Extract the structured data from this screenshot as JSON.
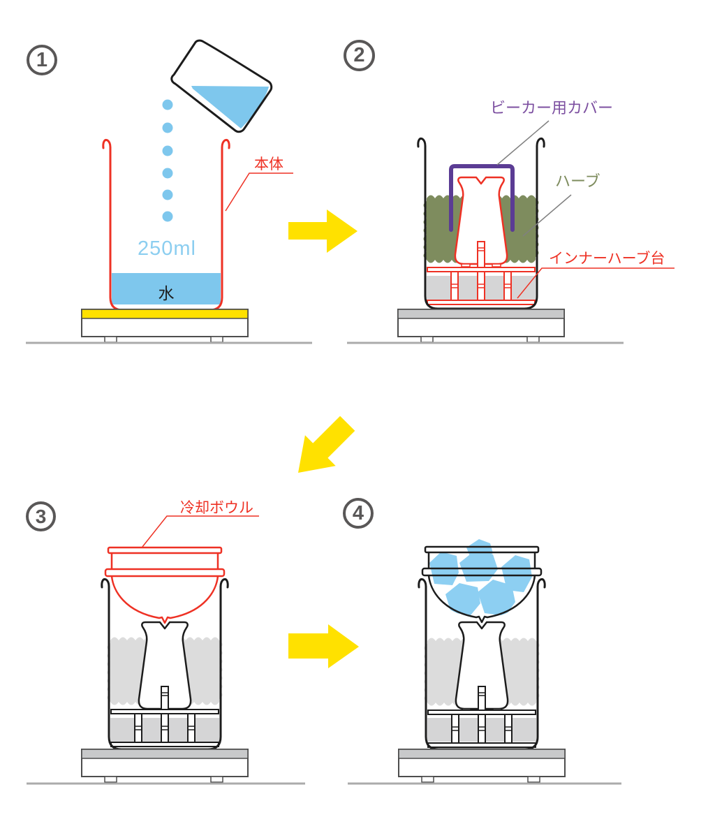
{
  "figure_type": "instruction-diagram-4-steps",
  "steps": [
    {
      "number": "1"
    },
    {
      "number": "2"
    },
    {
      "number": "3"
    },
    {
      "number": "4"
    }
  ],
  "step1": {
    "volume_text": "250ml",
    "water_label": "水",
    "body_label": "本体"
  },
  "step2": {
    "cover_label": "ビーカー用カバー",
    "herb_label": "ハーブ",
    "inner_stand_label": "インナーハーブ台"
  },
  "step3": {
    "cooling_bowl_label": "冷却ボウル"
  },
  "colors": {
    "red": "#EE3124",
    "purple_cover": "#5B3C94",
    "purple_label": "#7C4FA0",
    "olive_green": "#7E8C5E",
    "arrow_yellow": "#FFE100",
    "water_blue": "#7EC7ED",
    "volume_text_blue": "#8CCEF0",
    "ice_blue": "#8DCFF2",
    "outline_black": "#1C1C1C",
    "herb_gray": "#DCDCDC",
    "water_gray": "#D5D5D6",
    "base_stripe_gray": "#C8C9CA",
    "step_circle_gray": "#595757"
  }
}
